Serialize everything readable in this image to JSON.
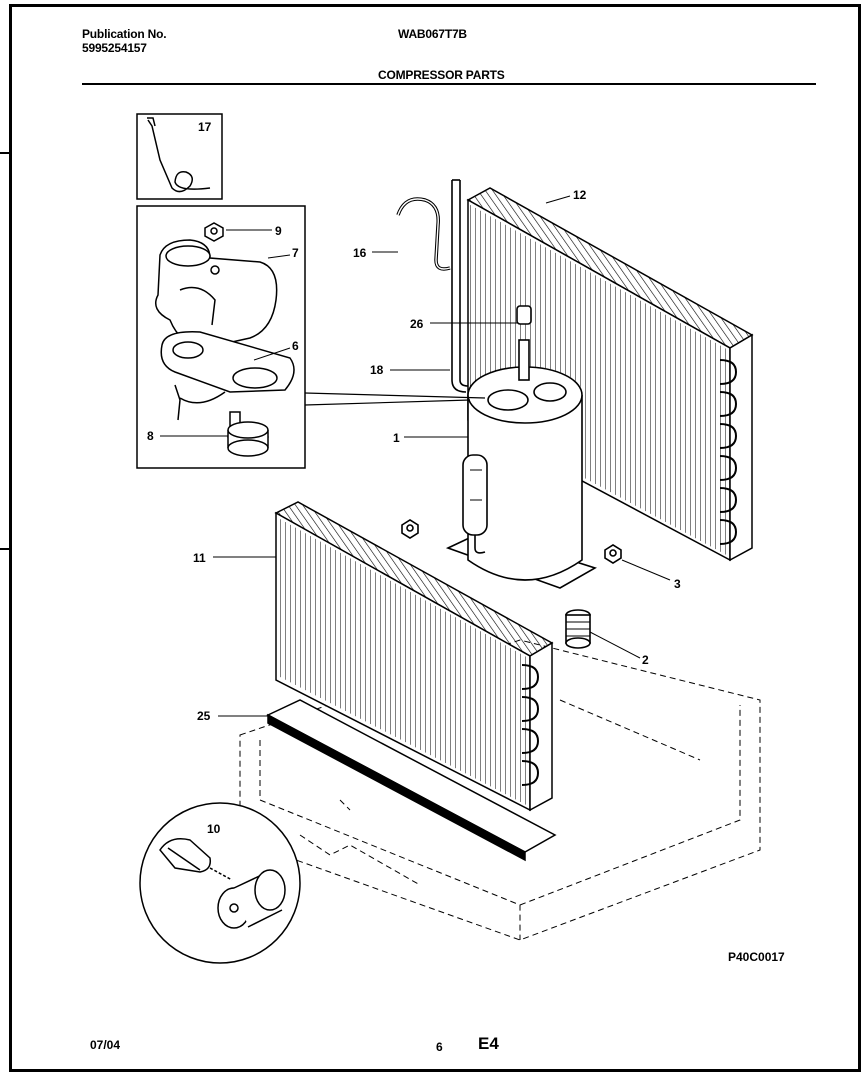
{
  "header": {
    "publication_label": "Publication No.",
    "publication_number": "5995254157",
    "model": "WAB067T7B",
    "section_title": "COMPRESSOR PARTS"
  },
  "callouts": [
    "17",
    "12",
    "9",
    "7",
    "16",
    "26",
    "6",
    "18",
    "1",
    "8",
    "11",
    "3",
    "2",
    "25",
    "10"
  ],
  "figure_code": "P40C0017",
  "footer": {
    "date": "07/04",
    "page": "6",
    "sheet": "E4"
  }
}
